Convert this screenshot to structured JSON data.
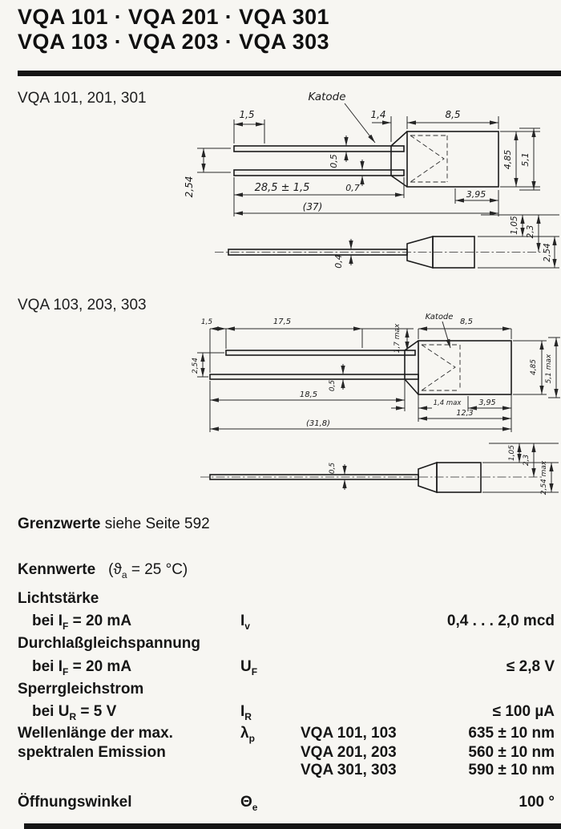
{
  "header": {
    "title_line1": "VQA 101 · VQA 201 · VQA 301",
    "title_line2": "VQA 103 · VQA 203 · VQA 303"
  },
  "drawing1": {
    "label": "VQA 101, 201, 301",
    "dims": {
      "len_tip": "1,5",
      "katode": "Katode",
      "collar": "1,4",
      "body_len": "8,5",
      "lead_thick_top": "0,5",
      "pitch": "2,54",
      "lead_len": "28,5 ± 1,5",
      "lead_thick_bottom": "0,7",
      "body_dia": "4,85",
      "flange_dia": "5,1",
      "cyl_len": "3,95",
      "overall": "(37)",
      "plan_offset1": "1,05",
      "plan_offset2": "2,3",
      "plan_pitch": "2,54",
      "lead_width": "0,4"
    }
  },
  "drawing2": {
    "label": "VQA 103, 203, 303",
    "dims": {
      "tip_offset": "1,5",
      "lead_top_len": "17,5",
      "kink": "1,7 max",
      "katode": "Katode",
      "body_len": "8,5",
      "pitch": "2,54",
      "lead_thick": "0,5",
      "lead_bottom_len": "18,5",
      "collar": "1,4 max",
      "cyl_len": "3,95",
      "back_len": "12,3",
      "overall": "(31,8)",
      "body_dia": "4,85",
      "flange_dia": "5,1 max",
      "plan_lead_thick": "0,5",
      "plan_offset1": "1,05",
      "plan_offset2": "2,3",
      "plan_pitch": "2,54 max"
    }
  },
  "limits_note": {
    "bold": "Grenzwerte",
    "rest": " siehe Seite 592"
  },
  "kennwerte": {
    "heading": "Kennwerte",
    "cond_pre": "(ϑ",
    "cond_sub": "a",
    "cond_post": " = 25 °C)",
    "r1": {
      "name": "Lichtstärke",
      "cond_pre": "bei I",
      "cond_sub": "F",
      "cond_post": " = 20 mA",
      "sym_base": "I",
      "sym_sub": "v",
      "value": "0,4 . . . 2,0 mcd"
    },
    "r2": {
      "name": "Durchlaßgleichspannung",
      "cond_pre": "bei I",
      "cond_sub": "F",
      "cond_post": " = 20 mA",
      "sym_base": "U",
      "sym_sub": "F",
      "value": "≤ 2,8 V"
    },
    "r3": {
      "name": "Sperrgleichstrom",
      "cond_pre": "bei U",
      "cond_sub": "R",
      "cond_post": " = 5 V",
      "sym_base": "I",
      "sym_sub": "R",
      "value": "≤ 100 µA"
    },
    "r4": {
      "name1": "Wellenlänge der max.",
      "name2": "spektralen Emission",
      "sym_base": "λ",
      "sym_sub": "p",
      "v1t": "VQA 101, 103",
      "v1v": "635 ± 10 nm",
      "v2t": "VQA 201, 203",
      "v2v": "560 ± 10 nm",
      "v3t": "VQA 301, 303",
      "v3v": "590 ± 10 nm"
    },
    "r5": {
      "name": "Öffnungswinkel",
      "sym_base": "Θ",
      "sym_sub": "e",
      "value": "100 °"
    }
  }
}
